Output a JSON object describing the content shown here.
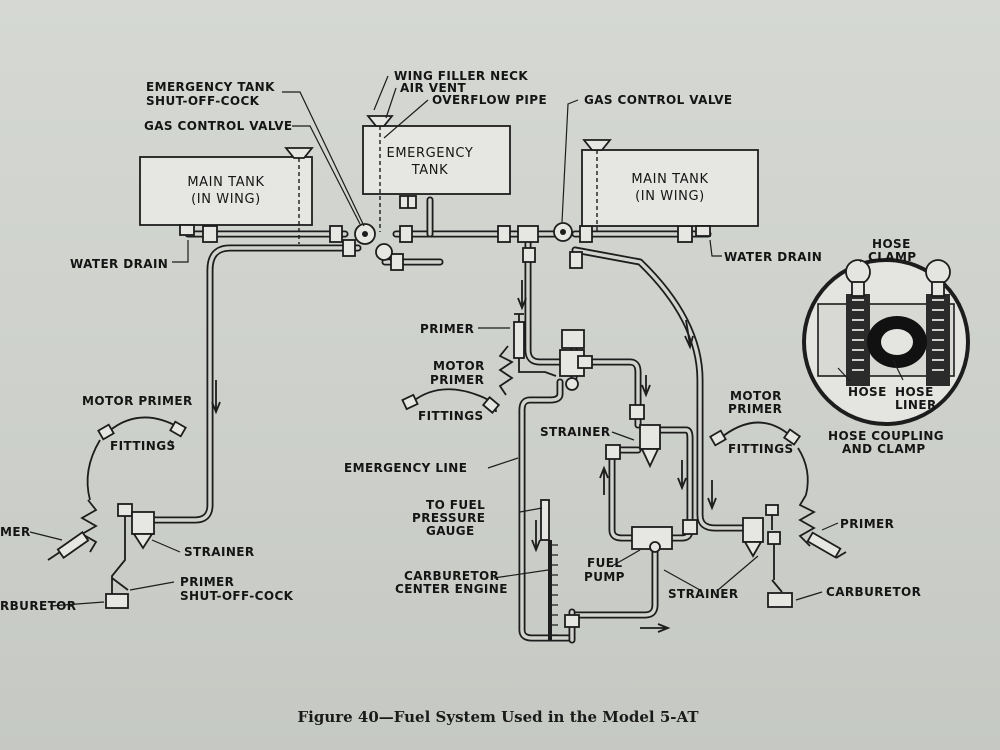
{
  "tanks": {
    "left_main": [
      "MAIN TANK",
      "(IN WING)"
    ],
    "emergency": [
      "EMERGENCY",
      "TANK"
    ],
    "right_main": [
      "MAIN TANK",
      "(IN WING)"
    ]
  },
  "labels": {
    "emergency_shutoff": [
      "EMERGENCY TANK",
      "SHUT-OFF-COCK"
    ],
    "gas_control_left": "GAS CONTROL VALVE",
    "wing_filler_neck": "WING FILLER NECK",
    "air_vent": "AIR VENT",
    "overflow_pipe": "OVERFLOW PIPE",
    "gas_control_right": "GAS CONTROL VALVE",
    "water_drain_left": "WATER DRAIN",
    "water_drain_right": "WATER DRAIN",
    "primer_center": "PRIMER",
    "motor_primer_center": [
      "MOTOR",
      "PRIMER"
    ],
    "fittings_center": "FITTINGS",
    "motor_primer_left": "MOTOR PRIMER",
    "fittings_left": "FITTINGS",
    "primer_left": "MER",
    "strainer_left": "STRAINER",
    "primer_shutoff": [
      "PRIMER",
      "SHUT-OFF-COCK"
    ],
    "carburetor_left": "RBURETOR",
    "emergency_line": "EMERGENCY LINE",
    "to_fuel_pressure": [
      "TO FUEL",
      "PRESSURE",
      "GAUGE"
    ],
    "carburetor_center": [
      "CARBURETOR",
      "CENTER ENGINE"
    ],
    "strainer_center": "STRAINER",
    "fuel_pump": [
      "FUEL",
      "PUMP"
    ],
    "strainer_right": "STRAINER",
    "motor_primer_right": [
      "MOTOR",
      "PRIMER"
    ],
    "fittings_right": "FITTINGS",
    "primer_right": "PRIMER",
    "carburetor_right": "CARBURETOR",
    "hose_clamp": [
      "HOSE",
      "CLAMP"
    ],
    "hose": "HOSE",
    "hose_liner": [
      "HOSE",
      "LINER"
    ],
    "hose_coupling": [
      "HOSE COUPLING",
      "AND CLAMP"
    ]
  },
  "caption": "Figure 40—Fuel System Used in the Model 5-AT"
}
